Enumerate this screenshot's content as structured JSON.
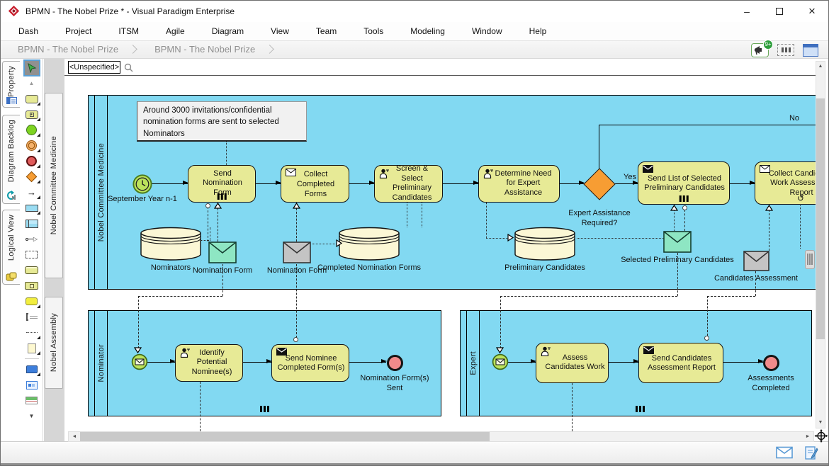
{
  "window": {
    "title": "BPMN - The Nobel Prize * - Visual Paradigm Enterprise"
  },
  "menu": {
    "items": [
      "Dash",
      "Project",
      "ITSM",
      "Agile",
      "Diagram",
      "View",
      "Team",
      "Tools",
      "Modeling",
      "Window",
      "Help"
    ]
  },
  "breadcrumb": {
    "crumb1": "BPMN - The Nobel Prize",
    "crumb2": "BPMN - The Nobel Prize",
    "badge": "9+"
  },
  "side_tabs": {
    "tab1": "Property",
    "tab2": "Diagram Backlog",
    "tab3": "Logical View"
  },
  "canvas_top": {
    "selector": "<Unspecified>"
  },
  "sticky": {
    "pool1": "Nobel Committee Medicine",
    "pool2": "Nobel Assembly"
  },
  "pool_medicine": {
    "lane": "Nobel Committee Medicine",
    "annotation": "Around 3000 invitations/confidential nomination forms are sent to selected Nominators",
    "start_label": "September Year n-1",
    "task_send_nomination": "Send Nomination Form",
    "task_collect_forms": "Collect Completed Forms",
    "task_screen_select": "Screen & Select Preliminary Candidates",
    "task_determine_need": "Determine Need for Expert Assistance",
    "gateway_label": "Expert Assistance Required?",
    "yes": "Yes",
    "no": "No",
    "task_send_list": "Send List of Selected Preliminary Candidates",
    "task_collect_assessment": "Collect Candidates Work Assessment Report",
    "store_nominators": "Nominators",
    "msg_nomination_form_1": "Nomination Form",
    "msg_nomination_form_2": "Nomination Form",
    "store_completed": "Completed Nomination Forms",
    "store_preliminary": "Preliminary Candidates",
    "msg_selected": "Selected Preliminary Candidates",
    "msg_assessment": "Candidates Assessment"
  },
  "pool_nominator": {
    "lane": "Nominator",
    "task_identify": "Identify Potential Nominee(s)",
    "task_send_completed": "Send Nominee Completed Form(s)",
    "end_label": "Nomination Form(s) Sent"
  },
  "pool_expert": {
    "lane": "Expert",
    "task_assess": "Assess Candidates Work",
    "task_send_report": "Send Candidates Assessment Report",
    "end_label": "Assessments Completed"
  },
  "icons": {
    "loop": "↺",
    "minimize": "–",
    "close": "×",
    "scroll_up": "▲",
    "scroll_down": "▼",
    "hscroll_left": "◄",
    "hscroll_right": "►",
    "vscroll_up": "▲",
    "vscroll_down": "▼"
  },
  "colors": {
    "pool_fill": "#82d9f2",
    "task_fill": "#e7ea96",
    "gateway_fill": "#f79d33",
    "event_start_fill": "#bce35c",
    "event_end_fill": "#f28b8b",
    "store_fill": "#fbf7d5",
    "message_fill": "#8ee6c3",
    "message_alt_fill": "#c4c4c4"
  }
}
